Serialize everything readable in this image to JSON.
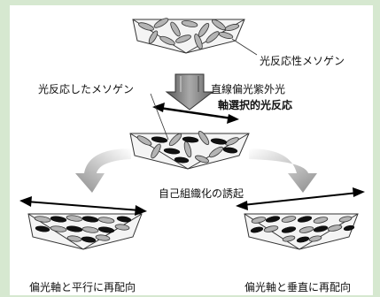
{
  "labels": {
    "photoresponsive_mesogen": "光反応性メソゲン",
    "reacted_mesogen": "光反応したメソゲン",
    "linear_polarized_uv": "直線偏光紫外光",
    "axis_selective_reaction": "軸選択的光反応",
    "self_organization": "自己組織化の誘起",
    "parallel_reorientation": "偏光軸と平行に再配向",
    "perpendicular_reorientation": "偏光軸と垂直に再配向"
  },
  "colors": {
    "background": "#d6e8d0",
    "panel": "#ffffff",
    "mesogen_gray": "#b4b4b4",
    "reacted_black": "#111111"
  }
}
